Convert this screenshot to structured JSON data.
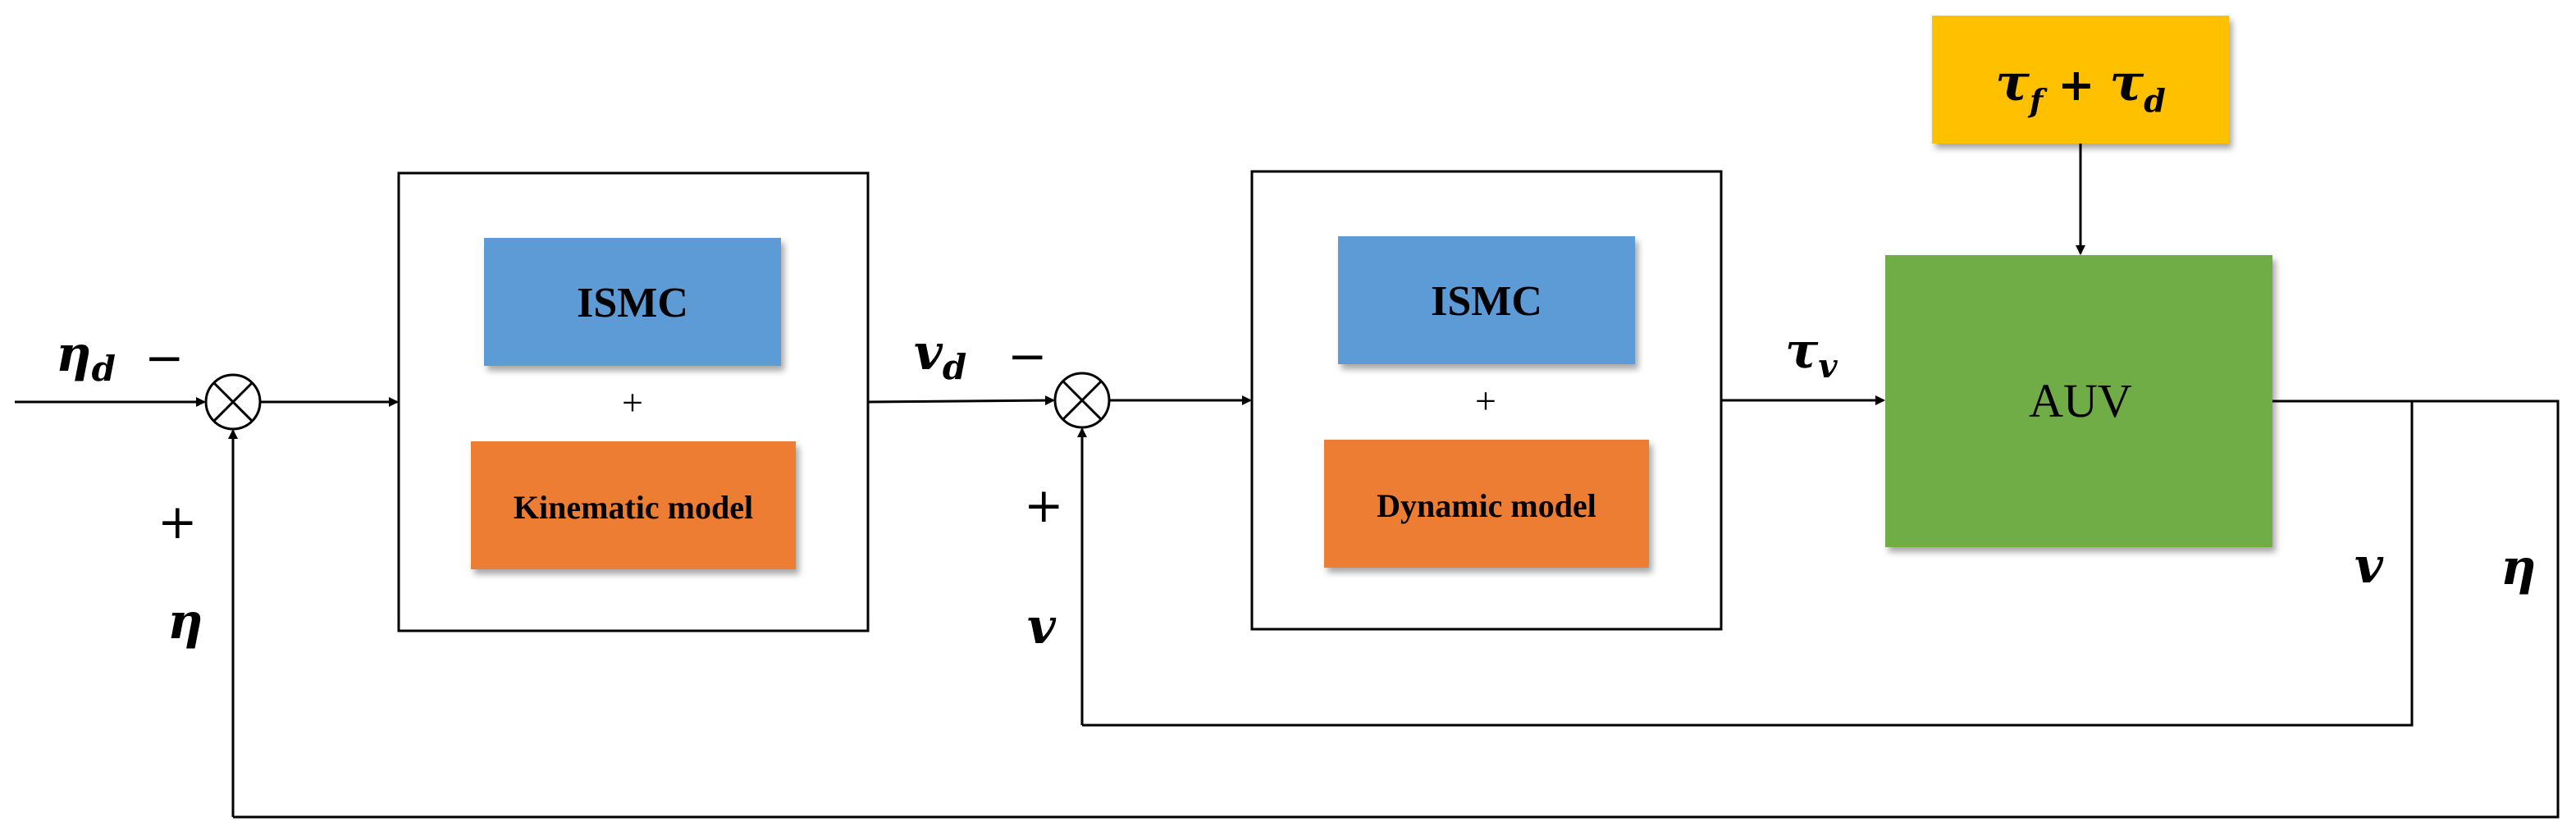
{
  "blocks": {
    "disturbance": {
      "tau_f_main": "τ",
      "tau_f_sub": "f",
      "plus": "+",
      "tau_d_main": "τ",
      "tau_d_sub": "d"
    },
    "auv": {
      "label": "AUV"
    },
    "kinematic_controller": {
      "ismc_label": "ISMC",
      "plus": "+",
      "model_label": "Kinematic model"
    },
    "dynamic_controller": {
      "ismc_label": "ISMC",
      "plus": "+",
      "model_label": "Dynamic model"
    }
  },
  "signals": {
    "eta_d_main": "η",
    "eta_d_sub": "d",
    "v_d_main": "v",
    "v_d_sub": "d",
    "tau_v_main": "τ",
    "tau_v_sub": "v",
    "v_feedback": "v",
    "eta_feedback": "η",
    "v_right": "v",
    "eta_right": "η"
  },
  "signs": {
    "sum1_minus": "−",
    "sum1_plus": "+",
    "sum2_minus": "−",
    "sum2_plus": "+"
  },
  "colors": {
    "ismc_blue": "#5b9bd5",
    "model_orange": "#ed7d31",
    "auv_green": "#70ad47",
    "disturbance_yellow": "#ffc000"
  }
}
